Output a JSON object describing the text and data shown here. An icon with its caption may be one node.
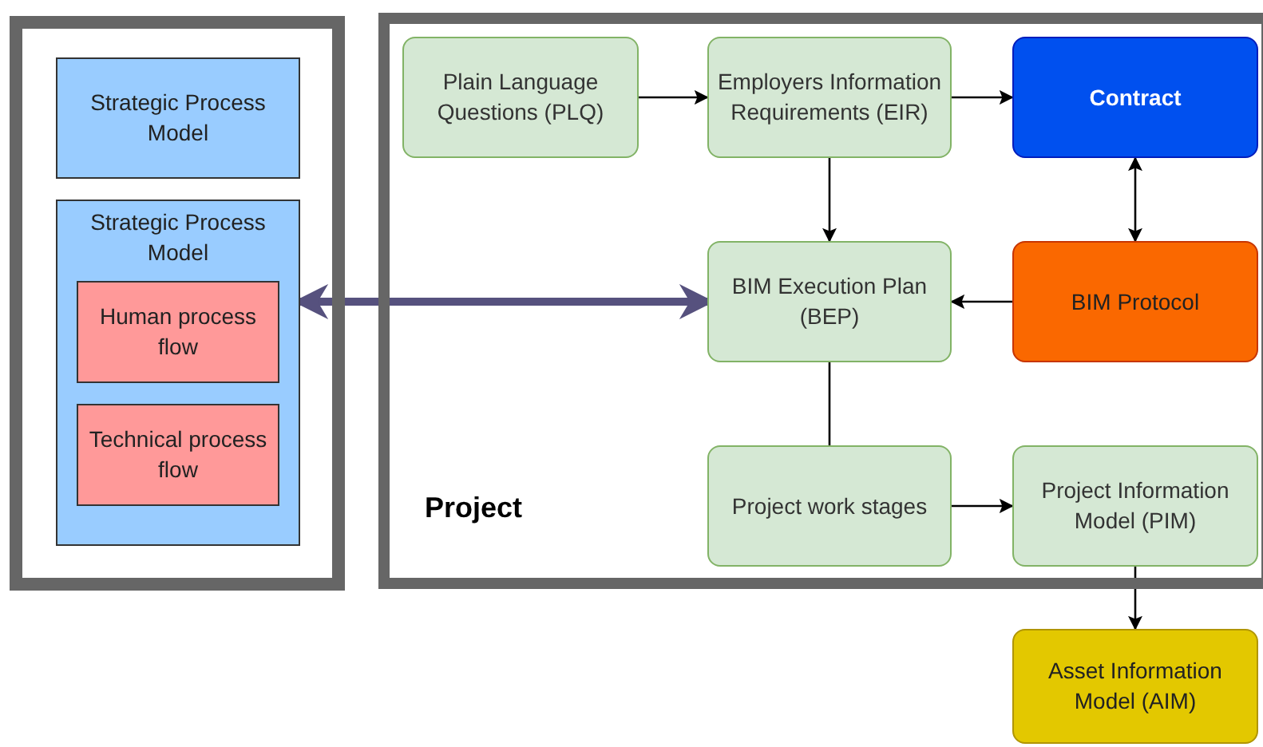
{
  "diagram": {
    "nodes": [
      {
        "text": [],
        "shape": "box"
      },
      {
        "text": [
          "Strategic Process Model"
        ],
        "in": 0
      },
      {
        "text": [
          "Strategic Process Model"
        ],
        "in": 0
      },
      {
        "text": [
          "Human process flow"
        ],
        "in": 2
      },
      {
        "text": [
          "Technical process flow"
        ],
        "in": 2
      },
      {
        "text": [
          "Project"
        ]
      },
      {
        "text": [
          "Plain Language Questions (PLQ)"
        ],
        "in": 5
      },
      {
        "text": [
          "Employers Information Requirements (EIR)"
        ],
        "in": 5
      },
      {
        "text": [
          "Contract"
        ],
        "in": 5
      },
      {
        "text": [
          "BIM Execution Plan (BEP)"
        ],
        "in": 5
      },
      {
        "text": [
          "BIM Protocol"
        ],
        "in": 5
      },
      {
        "text": [
          "Project work stages"
        ],
        "in": 5
      },
      {
        "text": [
          "Project Information Model (PIM)"
        ],
        "in": 5
      },
      {
        "text": [
          "Asset Information Model (AIM)"
        ]
      }
    ],
    "edges": [
      {
        "from": 6,
        "to": 7,
        "arrow": "to"
      },
      {
        "from": 7,
        "to": 8,
        "arrow": "to"
      },
      {
        "from": 7,
        "to": 9,
        "arrow": "to"
      },
      {
        "from": 8,
        "to": 10,
        "arrow": "both"
      },
      {
        "from": 10,
        "to": 9,
        "arrow": "to"
      },
      {
        "from": 9,
        "to": 11,
        "arrow": "none"
      },
      {
        "from": 11,
        "to": 12,
        "arrow": "to"
      },
      {
        "from": 12,
        "to": 13,
        "arrow": "to"
      },
      {
        "from": 2,
        "to": 9,
        "arrow": "both",
        "style": "thick",
        "color": "#56517e"
      }
    ]
  }
}
